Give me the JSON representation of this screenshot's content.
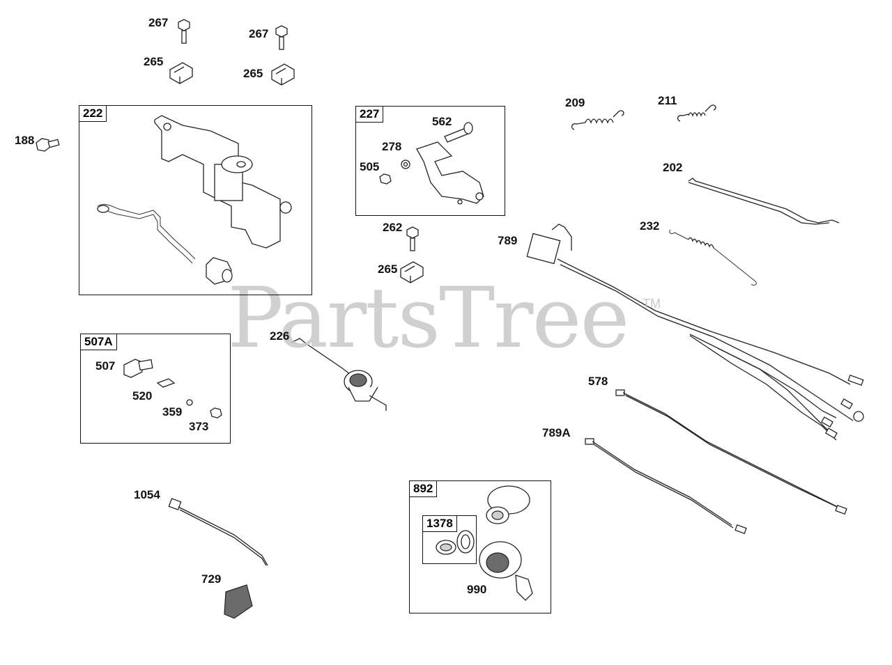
{
  "watermark": {
    "text": "PartsTree",
    "trademark": "TM"
  },
  "boxes": {
    "222": "222",
    "227": "227",
    "507A": "507A",
    "892": "892",
    "1378": "1378"
  },
  "labels": {
    "p267a": "267",
    "p267b": "267",
    "p265a": "265",
    "p265b": "265",
    "p188": "188",
    "p562": "562",
    "p278": "278",
    "p505": "505",
    "p262": "262",
    "p265c": "265",
    "p209": "209",
    "p211": "211",
    "p202": "202",
    "p232": "232",
    "p789": "789",
    "p507": "507",
    "p520": "520",
    "p359": "359",
    "p373": "373",
    "p226": "226",
    "p578": "578",
    "p789A": "789A",
    "p1054": "1054",
    "p729": "729",
    "p990": "990"
  }
}
